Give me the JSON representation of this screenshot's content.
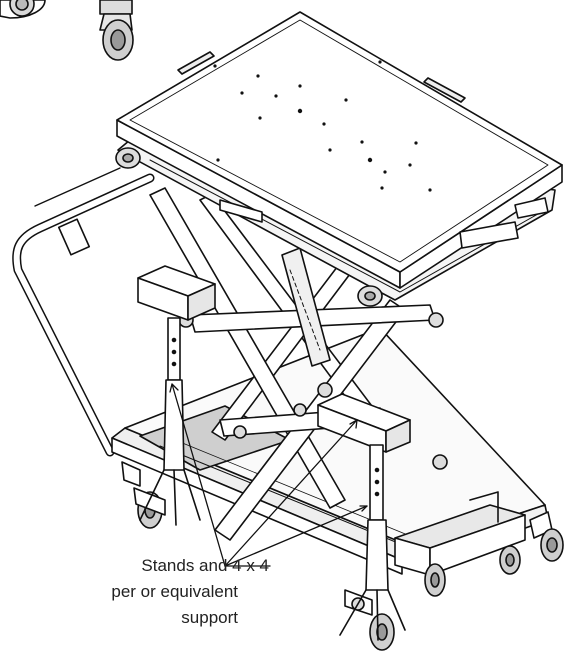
{
  "callout": {
    "line1": "Stands and 4 x 4",
    "line2": "per or equivalent",
    "line3": "support"
  }
}
